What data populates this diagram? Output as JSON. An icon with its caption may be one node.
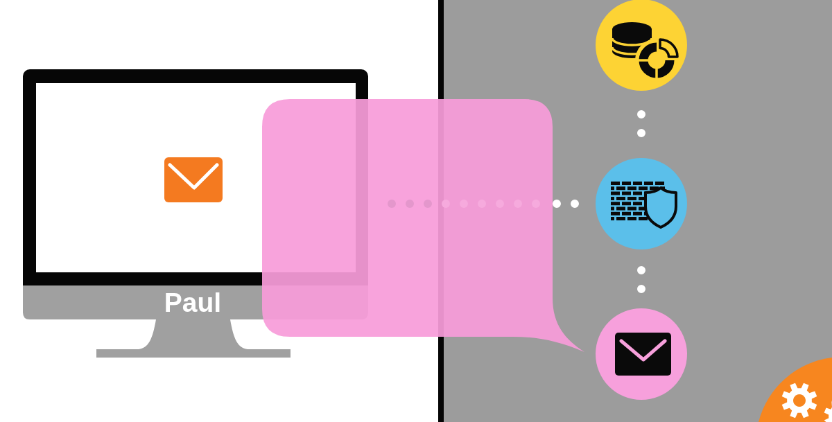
{
  "diagram": {
    "nodes": [
      {
        "text": [
          "Paul"
        ]
      },
      {
        "text": [],
        "shape": "bubble"
      },
      {
        "text": [],
        "shape": "circle"
      },
      {
        "text": [],
        "shape": "circle"
      },
      {
        "text": [],
        "shape": "circle"
      },
      {
        "text": [],
        "shape": "circle"
      }
    ],
    "edges": [
      {
        "from": 1,
        "to": 3,
        "arrow": "none"
      },
      {
        "from": 2,
        "to": 3,
        "arrow": "none"
      },
      {
        "from": 3,
        "to": 4,
        "arrow": "none"
      }
    ]
  }
}
